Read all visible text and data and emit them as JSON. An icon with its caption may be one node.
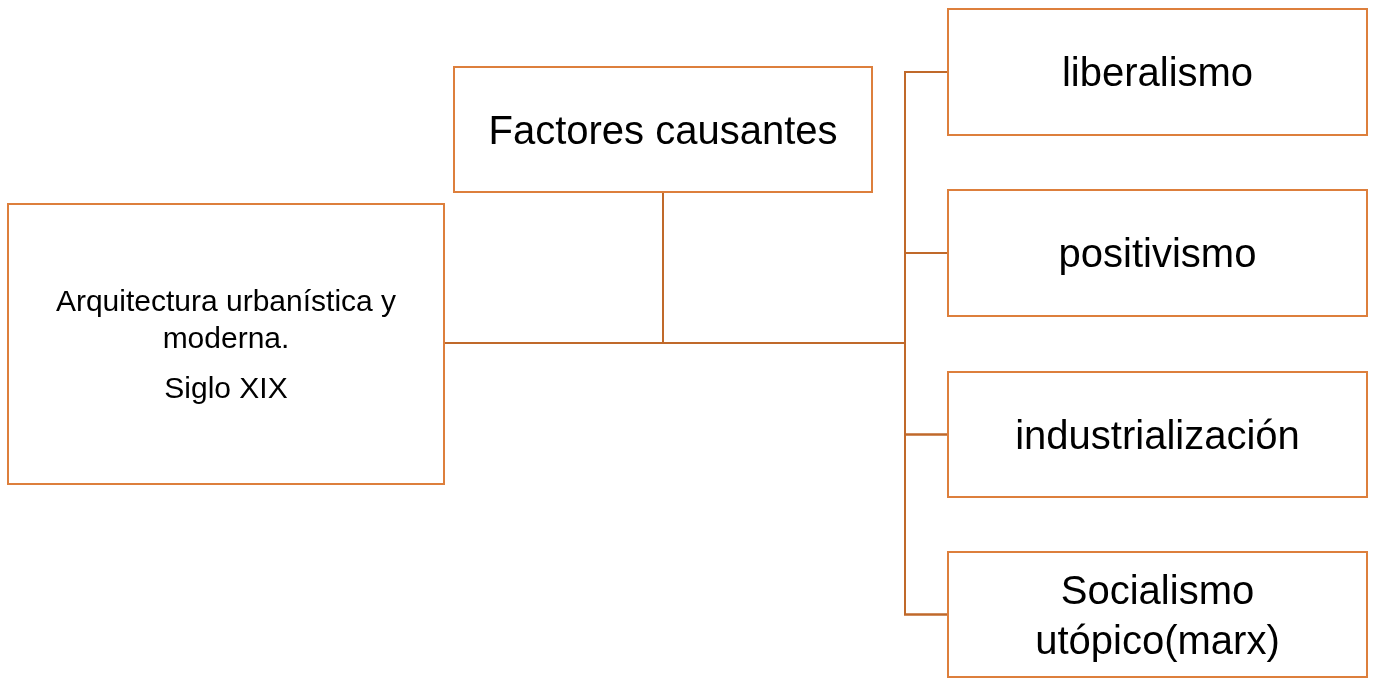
{
  "diagram": {
    "nodes": [
      {
        "text": [
          "Arquitectura urbanística y moderna.",
          "Siglo XIX"
        ]
      },
      {
        "text": [
          "Factores causantes"
        ]
      },
      {
        "text": [
          "liberalismo"
        ]
      },
      {
        "text": [
          "positivismo"
        ]
      },
      {
        "text": [
          "industrialización"
        ]
      },
      {
        "text": [
          "Socialismo utópico(marx)"
        ]
      }
    ],
    "edges": [
      {
        "from": 0,
        "to": 2,
        "arrow": "none"
      },
      {
        "from": 0,
        "to": 3,
        "arrow": "none"
      },
      {
        "from": 0,
        "to": 4,
        "arrow": "none"
      },
      {
        "from": 0,
        "to": 5,
        "arrow": "none"
      },
      {
        "from": 1,
        "to": 2,
        "arrow": "none"
      },
      {
        "from": 1,
        "to": 3,
        "arrow": "none"
      },
      {
        "from": 1,
        "to": 4,
        "arrow": "none"
      },
      {
        "from": 1,
        "to": 5,
        "arrow": "none"
      }
    ]
  }
}
